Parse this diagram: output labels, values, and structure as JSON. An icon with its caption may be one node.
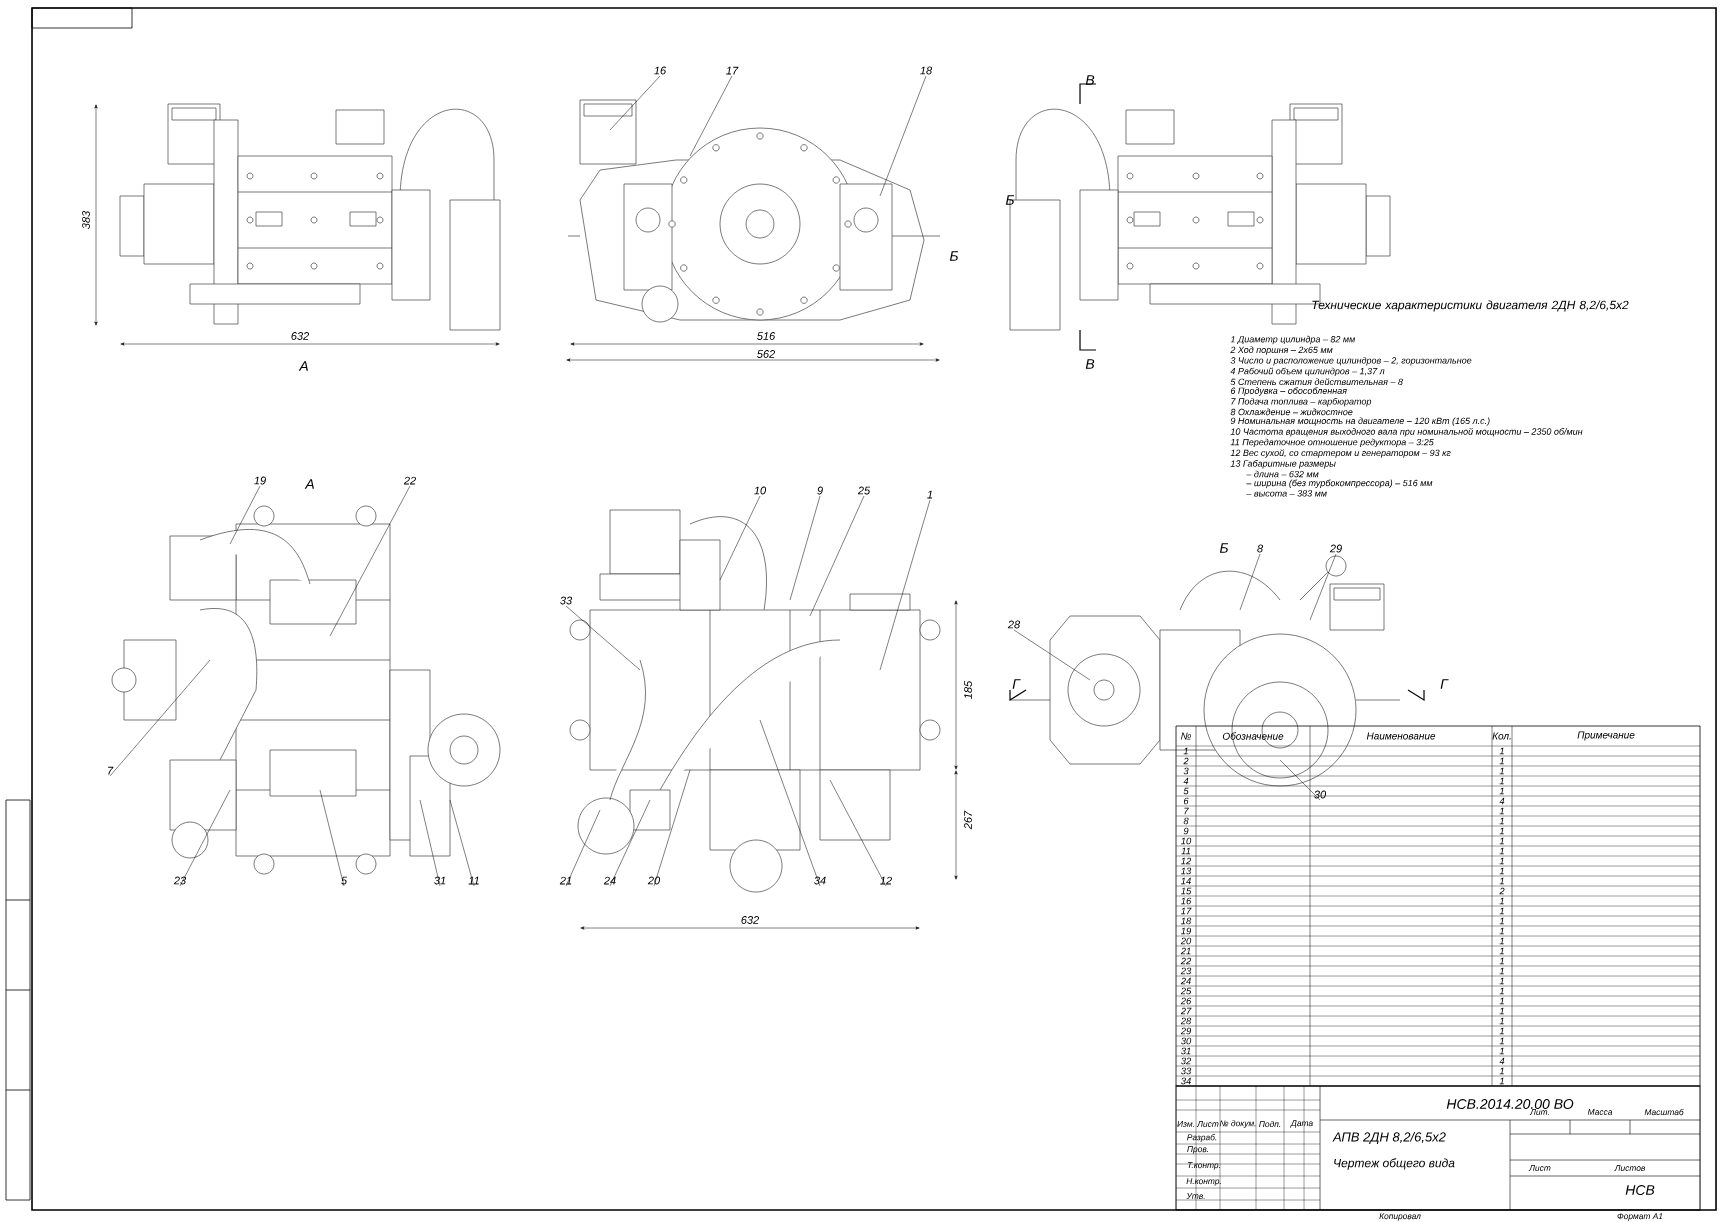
{
  "diagram": {
    "title": "Технические характеристики двигателя 2ДН 8,2/6,5х2",
    "nodes": [
      {
        "text": [
          "16"
        ]
      },
      {
        "text": [
          "17"
        ]
      },
      {
        "text": [
          "18"
        ]
      },
      {
        "text": [
          "19"
        ]
      },
      {
        "text": [
          "22"
        ]
      },
      {
        "text": [
          "7"
        ]
      },
      {
        "text": [
          "23"
        ]
      },
      {
        "text": [
          "5"
        ]
      },
      {
        "text": [
          "31"
        ]
      },
      {
        "text": [
          "11"
        ]
      },
      {
        "text": [
          "10"
        ]
      },
      {
        "text": [
          "9"
        ]
      },
      {
        "text": [
          "25"
        ]
      },
      {
        "text": [
          "1"
        ]
      },
      {
        "text": [
          "33"
        ]
      },
      {
        "text": [
          "21"
        ]
      },
      {
        "text": [
          "24"
        ]
      },
      {
        "text": [
          "20"
        ]
      },
      {
        "text": [
          "34"
        ]
      },
      {
        "text": [
          "12"
        ]
      },
      {
        "text": [
          "8"
        ]
      },
      {
        "text": [
          "29"
        ]
      },
      {
        "text": [
          "28"
        ]
      },
      {
        "text": [
          "30"
        ]
      }
    ],
    "edges": [
      {
        "from": 0,
        "to": null,
        "arrow": "none"
      },
      {
        "from": 1,
        "to": null,
        "arrow": "none"
      },
      {
        "from": 2,
        "to": null,
        "arrow": "none"
      },
      {
        "from": 3,
        "to": null,
        "arrow": "none"
      },
      {
        "from": 4,
        "to": null,
        "arrow": "none"
      },
      {
        "from": 5,
        "to": null,
        "arrow": "none"
      },
      {
        "from": 6,
        "to": null,
        "arrow": "none"
      },
      {
        "from": 7,
        "to": null,
        "arrow": "none"
      },
      {
        "from": 8,
        "to": null,
        "arrow": "none"
      },
      {
        "from": 9,
        "to": null,
        "arrow": "none"
      },
      {
        "from": 10,
        "to": null,
        "arrow": "none"
      },
      {
        "from": 11,
        "to": null,
        "arrow": "none"
      },
      {
        "from": 12,
        "to": null,
        "arrow": "none"
      },
      {
        "from": 13,
        "to": null,
        "arrow": "none"
      },
      {
        "from": 14,
        "to": null,
        "arrow": "none"
      },
      {
        "from": 15,
        "to": null,
        "arrow": "none"
      },
      {
        "from": 16,
        "to": null,
        "arrow": "none"
      },
      {
        "from": 17,
        "to": null,
        "arrow": "none"
      },
      {
        "from": 18,
        "to": null,
        "arrow": "none"
      },
      {
        "from": 19,
        "to": null,
        "arrow": "none"
      },
      {
        "from": 20,
        "to": null,
        "arrow": "none"
      },
      {
        "from": 21,
        "to": null,
        "arrow": "none"
      },
      {
        "from": 22,
        "to": null,
        "arrow": "none"
      },
      {
        "from": 23,
        "to": null,
        "arrow": "none"
      }
    ],
    "labels": [
      "А",
      "Б",
      "В",
      "Б",
      "В",
      "А",
      "Б",
      "Г",
      "Г",
      "383",
      "632",
      "516",
      "562",
      "185",
      "267",
      "632",
      "1 Диаметр цилиндра – 82 мм",
      "2 Ход поршня – 2х65 мм",
      "3 Число и расположение цилиндров – 2, горизонтальное",
      "4 Рабочий объем цилиндров – 1,37 л",
      "5 Степень сжатия действительная – 8",
      "6 Продувка – обособленная",
      "7 Подача топлива – карбюратор",
      "8 Охлаждение – жидкостное",
      "9 Номинальная мощность на двигателе – 120 кВт (165 л.с.)",
      "10 Частота вращения выходного вала при номинальной мощности – 2350 об/мин",
      "11 Передаточное отношение редуктора – 3:25",
      "12 Вес сухой, со стартером и генератором – 93 кг",
      "13 Габаритные размеры",
      "– длина – 632 мм",
      "– ширина (без турбокомпрессора) – 516 мм",
      "– высота – 383 мм",
      "№",
      "Обозначение",
      "Наименование",
      "Кол.",
      "Примечание",
      "1",
      "1",
      "2",
      "1",
      "3",
      "1",
      "4",
      "1",
      "5",
      "1",
      "6",
      "4",
      "7",
      "1",
      "8",
      "1",
      "9",
      "1",
      "10",
      "1",
      "11",
      "1",
      "12",
      "1",
      "13",
      "1",
      "14",
      "1",
      "15",
      "2",
      "16",
      "1",
      "17",
      "1",
      "18",
      "1",
      "19",
      "1",
      "20",
      "1",
      "21",
      "1",
      "22",
      "1",
      "23",
      "1",
      "24",
      "1",
      "25",
      "1",
      "26",
      "1",
      "27",
      "1",
      "28",
      "1",
      "29",
      "1",
      "30",
      "1",
      "31",
      "1",
      "32",
      "4",
      "33",
      "1",
      "34",
      "1",
      "НСВ.2014.20.00 ВО",
      "АПВ 2ДН 8,2/6,5х2",
      "Чертеж общего вида",
      "НСВ",
      "Изм.",
      "Лист",
      "№ докум.",
      "Подп.",
      "Дата",
      "Разраб.",
      "Пров.",
      "Т.контр.",
      "Н.контр.",
      "Утв.",
      "Лит.",
      "Масса",
      "Масштаб",
      "Лист",
      "Листов",
      "Копировал",
      "Формат А1"
    ]
  }
}
